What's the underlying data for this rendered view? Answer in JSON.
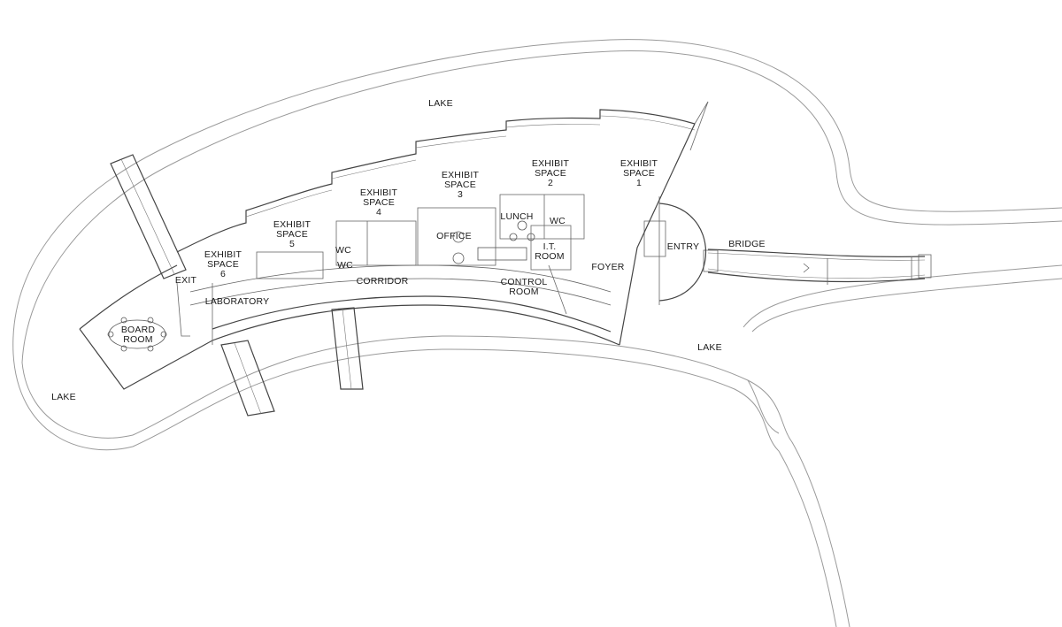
{
  "plan": {
    "lake_labels": [
      "LAKE",
      "LAKE",
      "LAKE"
    ],
    "rooms": {
      "exhibit_1": [
        "EXHIBIT",
        "SPACE",
        "1"
      ],
      "exhibit_2": [
        "EXHIBIT",
        "SPACE",
        "2"
      ],
      "exhibit_3": [
        "EXHIBIT",
        "SPACE",
        "3"
      ],
      "exhibit_4": [
        "EXHIBIT",
        "SPACE",
        "4"
      ],
      "exhibit_5": [
        "EXHIBIT",
        "SPACE",
        "5"
      ],
      "exhibit_6": [
        "EXHIBIT",
        "SPACE",
        "6"
      ],
      "lunch": "LUNCH",
      "wc_upper": "WC",
      "wc_left_1": "WC",
      "wc_left_2": "WC",
      "office": "OFFICE",
      "it_room": [
        "I.T.",
        "ROOM"
      ],
      "foyer": "FOYER",
      "entry": "ENTRY",
      "bridge": "BRIDGE",
      "exit": "EXIT",
      "laboratory": "LABORATORY",
      "corridor": "CORRIDOR",
      "control_room": [
        "CONTROL",
        "ROOM"
      ],
      "board_room": [
        "BOARD",
        "ROOM"
      ]
    }
  }
}
